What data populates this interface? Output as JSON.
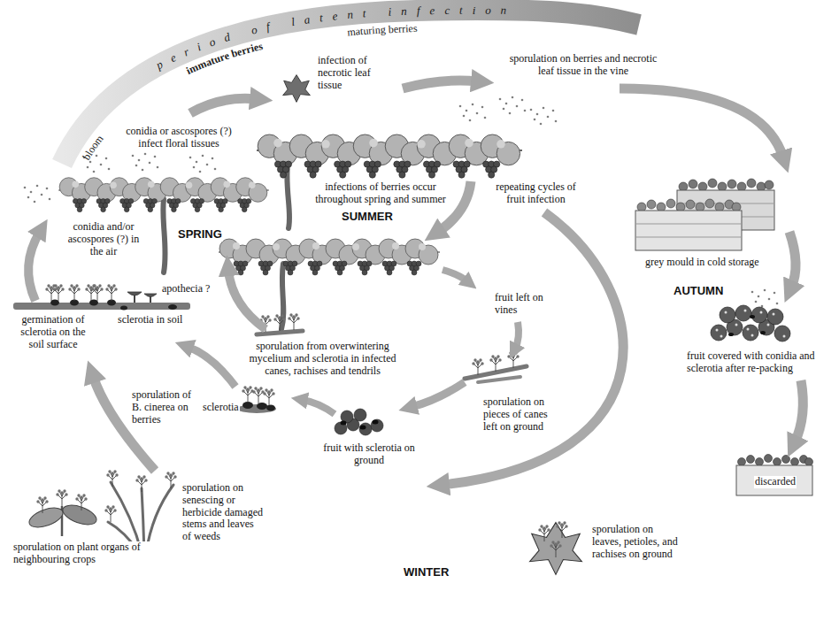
{
  "diagram": {
    "labels": [
      "period of latent infection",
      "bloom",
      "immature berries",
      "maturing berries",
      "infection of necrotic leaf tissue",
      "sporulation on berries and necrotic leaf tissue in the vine",
      "conidia or ascospores (?) infect floral tissues",
      "infections of berries occur throughout spring and summer",
      "repeating cycles of fruit infection",
      "SUMMER",
      "SPRING",
      "grey mould in cold storage",
      "conidia and/or ascospores (?) in the air",
      "apothecia ?",
      "AUTUMN",
      "fruit left on vines",
      "germination of sclerotia on the soil surface",
      "sclerotia in soil",
      "sporulation from overwintering mycelium and sclerotia in infected canes, rachises and tendrils",
      "fruit covered with conidia and sclerotia after re-packing",
      "sporulation of B. cinerea on berries",
      "sclerotia",
      "sporulation on pieces of canes left on ground",
      "fruit with sclerotia on ground",
      "discarded",
      "sporulation on senescing or herbicide damaged stems and leaves of weeds",
      "sporulation on plant organs of neighbouring crops",
      "sporulation on leaves, petioles, and rachises on ground",
      "WINTER"
    ]
  }
}
